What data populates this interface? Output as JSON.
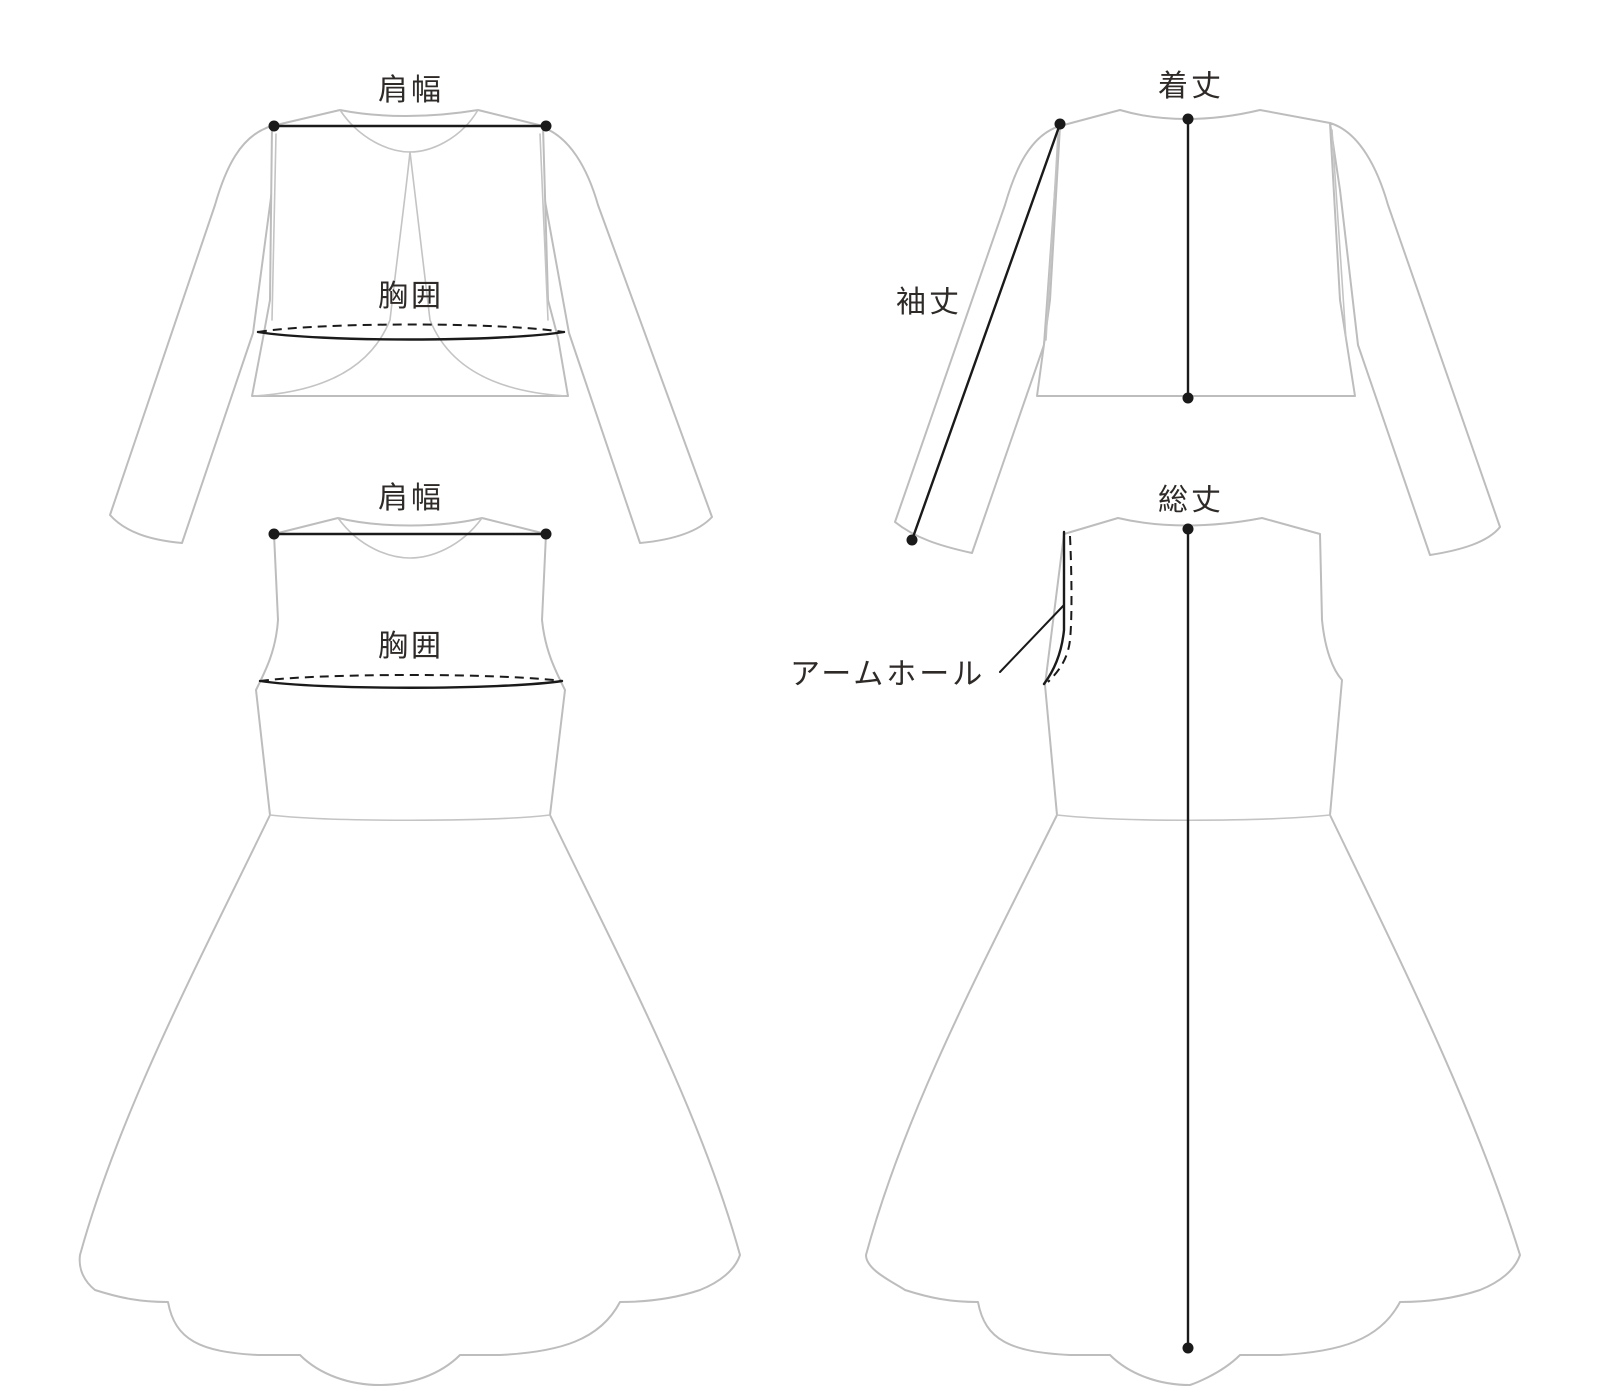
{
  "diagram": {
    "title": "Garment measurement guide",
    "colors": {
      "garment_outline": "#bdbdbd",
      "measurement_line": "#1a1a1a",
      "label_text": "#2e2a28",
      "background": "#ffffff"
    },
    "garments": [
      {
        "id": "bolero",
        "description": "Long-sleeve cropped bolero jacket",
        "views": [
          "front",
          "back"
        ]
      },
      {
        "id": "dress",
        "description": "Sleeveless fit-and-flare dress with scalloped hem",
        "views": [
          "front",
          "back"
        ]
      }
    ],
    "labels": {
      "bolero_shoulder_width": "肩幅",
      "bolero_bust": "胸囲",
      "bolero_length": "着丈",
      "bolero_sleeve_length": "袖丈",
      "dress_shoulder_width": "肩幅",
      "dress_bust": "胸囲",
      "dress_total_length": "総丈",
      "dress_armhole": "アームホール"
    },
    "measurement_types": {
      "shoulder_width": "line between two shoulder points",
      "bust": "ellipse around chest (solid front, dashed back)",
      "length": "vertical line from neckline to hem",
      "sleeve_length": "diagonal line from shoulder point to cuff",
      "armhole": "curve along armhole with leader line"
    }
  }
}
